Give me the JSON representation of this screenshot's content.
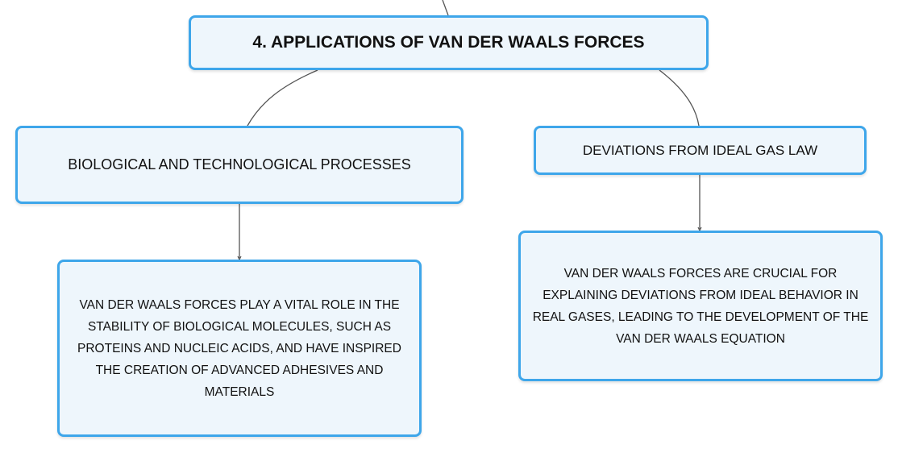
{
  "diagram": {
    "root": {
      "label": "4. APPLICATIONS OF VAN DER WAALS FORCES"
    },
    "branches": [
      {
        "label": "BIOLOGICAL AND TECHNOLOGICAL PROCESSES",
        "detail": "VAN DER WAALS FORCES PLAY A VITAL ROLE IN THE STABILITY OF BIOLOGICAL MOLECULES, SUCH AS PROTEINS AND NUCLEIC ACIDS, AND HAVE INSPIRED THE CREATION OF ADVANCED ADHESIVES AND MATERIALS"
      },
      {
        "label": "DEVIATIONS FROM IDEAL GAS LAW",
        "detail": "VAN DER WAALS FORCES ARE CRUCIAL FOR EXPLAINING DEVIATIONS FROM IDEAL BEHAVIOR IN REAL GASES, LEADING TO THE DEVELOPMENT OF THE VAN DER WAALS EQUATION"
      }
    ],
    "colors": {
      "node_border": "#3ea6ea",
      "node_fill": "#eef6fc",
      "connector": "#555555",
      "text": "#111111"
    }
  }
}
